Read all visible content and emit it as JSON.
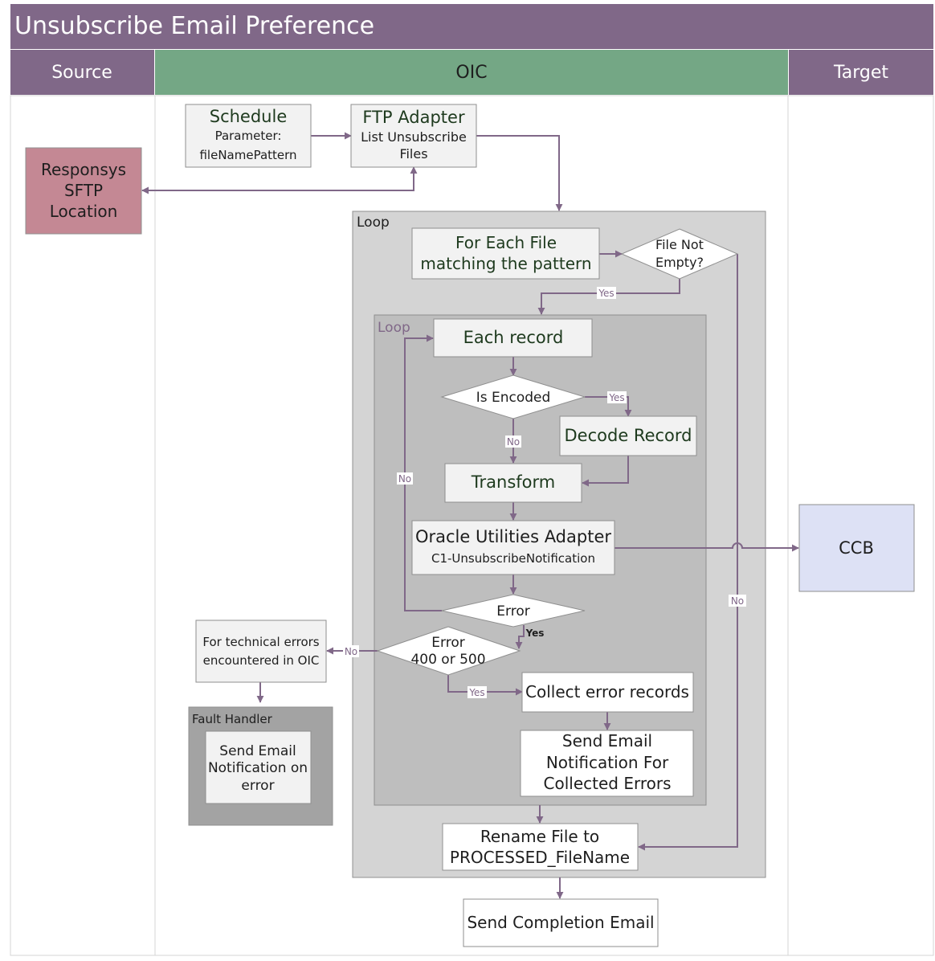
{
  "diagram": {
    "title": "Unsubscribe Email Preference",
    "lanes": {
      "source": "Source",
      "oic": "OIC",
      "target": "Target"
    },
    "colors": {
      "title_bg": "#806888",
      "lane_header_purple": "#806888",
      "lane_header_green": "#74a785",
      "arrow": "#806888",
      "sftp_fill": "#c48894",
      "ccb_fill": "#dde1f5",
      "loop_outer": "#d4d4d4",
      "loop_inner": "#bebebe",
      "fault_handler": "#a3a3a3"
    },
    "nodes": {
      "schedule": {
        "title": "Schedule",
        "line1": "Parameter:",
        "line2": "fileNamePattern"
      },
      "ftp": {
        "title": "FTP Adapter",
        "line1": "List Unsubscribe",
        "line2": "Files"
      },
      "sftp": {
        "line1": "Responsys",
        "line2": "SFTP",
        "line3": "Location"
      },
      "outer_loop_label": "Loop",
      "for_each_file": {
        "line1": "For Each File",
        "line2": "matching the pattern"
      },
      "file_not_empty": {
        "line1": "File Not",
        "line2": "Empty?"
      },
      "inner_loop_label": "Loop",
      "each_record": "Each record",
      "is_encoded": "Is Encoded",
      "decode_record": "Decode Record",
      "transform": "Transform",
      "oua": {
        "title": "Oracle Utilities Adapter",
        "sub": "C1-UnsubscribeNotification"
      },
      "ccb": "CCB",
      "error": "Error",
      "error_400_500": {
        "line1": "Error",
        "line2": "400 or 500"
      },
      "collect_errors": "Collect error records",
      "send_email_collected": {
        "line1": "Send Email",
        "line2": "Notification For",
        "line3": "Collected Errors"
      },
      "technical_errors": {
        "line1": "For technical errors",
        "line2": "encountered in OIC"
      },
      "fault_handler": {
        "label": "Fault Handler",
        "line1": "Send Email",
        "line2": "Notification on",
        "line3": "error"
      },
      "rename_file": {
        "line1": "Rename File to",
        "line2": "PROCESSED_FileName"
      },
      "send_completion": "Send Completion Email"
    },
    "edge_labels": {
      "yes_file": "Yes",
      "yes_encoded": "Yes",
      "no_encoded": "No",
      "no_error_loop": "No",
      "yes_error": "Yes",
      "no_tech": "No",
      "yes_collect": "Yes",
      "no_file": "No"
    }
  }
}
